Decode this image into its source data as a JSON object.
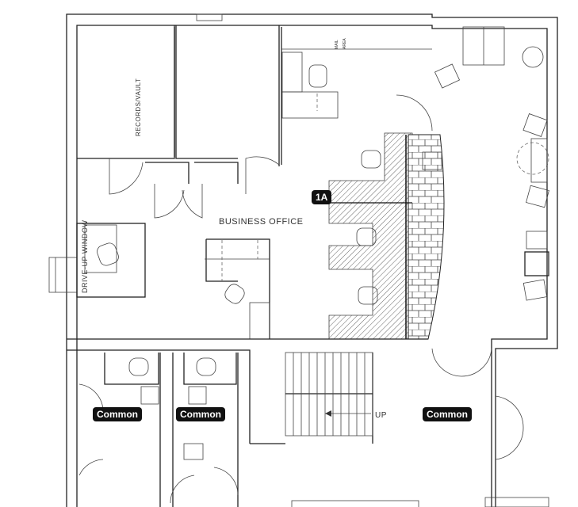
{
  "rooms": {
    "records_vault": "RECORDS/VAULT",
    "mail_area_line1": "MAIL",
    "mail_area_line2": "AREA",
    "business_office": "BUSINESS OFFICE",
    "drive_up_window": "DRIVE-UP WINDOW",
    "stairs_up": "UP"
  },
  "tags": {
    "section_marker": "1A",
    "common_left": "Common",
    "common_middle": "Common",
    "common_right": "Common"
  },
  "colors": {
    "line": "#222222",
    "tag_bg": "#111111",
    "tag_text": "#ffffff"
  }
}
